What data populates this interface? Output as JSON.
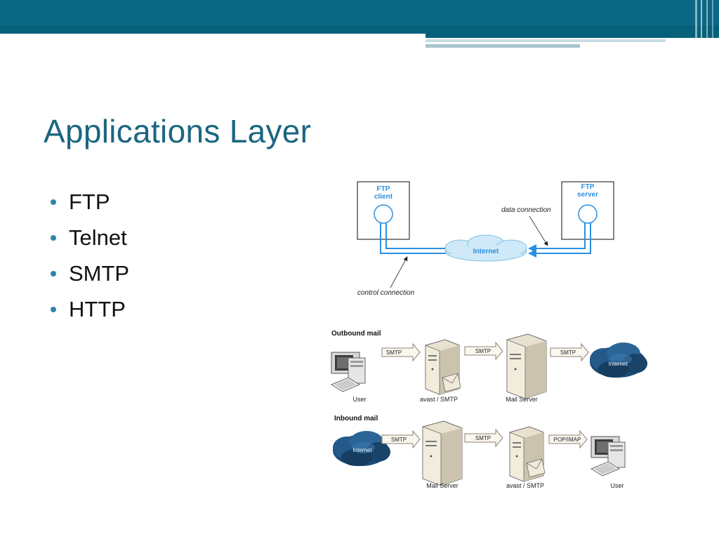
{
  "slide": {
    "title": "Applications Layer",
    "bullets": [
      "FTP",
      "Telnet",
      "SMTP",
      "HTTP"
    ]
  },
  "colors": {
    "top_band": "#07607a",
    "accent_line": "#a7c4cd",
    "title": "#1b6680",
    "bullet": "#2c86a8",
    "ftp_arrow": "#2b8fe0",
    "cloud": "#cfe9f8",
    "dark_cloud": "#1d4b73"
  },
  "ftp_diagram": {
    "client_label_1": "FTP",
    "client_label_2": "client",
    "server_label_1": "FTP",
    "server_label_2": "server",
    "cloud_label": "Internet",
    "data_connection": "data connection",
    "control_connection": "control connection"
  },
  "mail_diagram": {
    "outbound": {
      "heading": "Outbound mail",
      "arrows": [
        "SMTP",
        "SMTP",
        "SMTP"
      ],
      "labels": [
        "User",
        "avast / SMTP",
        "Mail Server"
      ],
      "cloud_label": "Internet"
    },
    "inbound": {
      "heading": "Inbound mail",
      "arrows": [
        "SMTP",
        "SMTP",
        "POP/IMAP"
      ],
      "labels": [
        "Mail Server",
        "avast / SMTP",
        "User"
      ],
      "cloud_label": "Internet"
    }
  }
}
